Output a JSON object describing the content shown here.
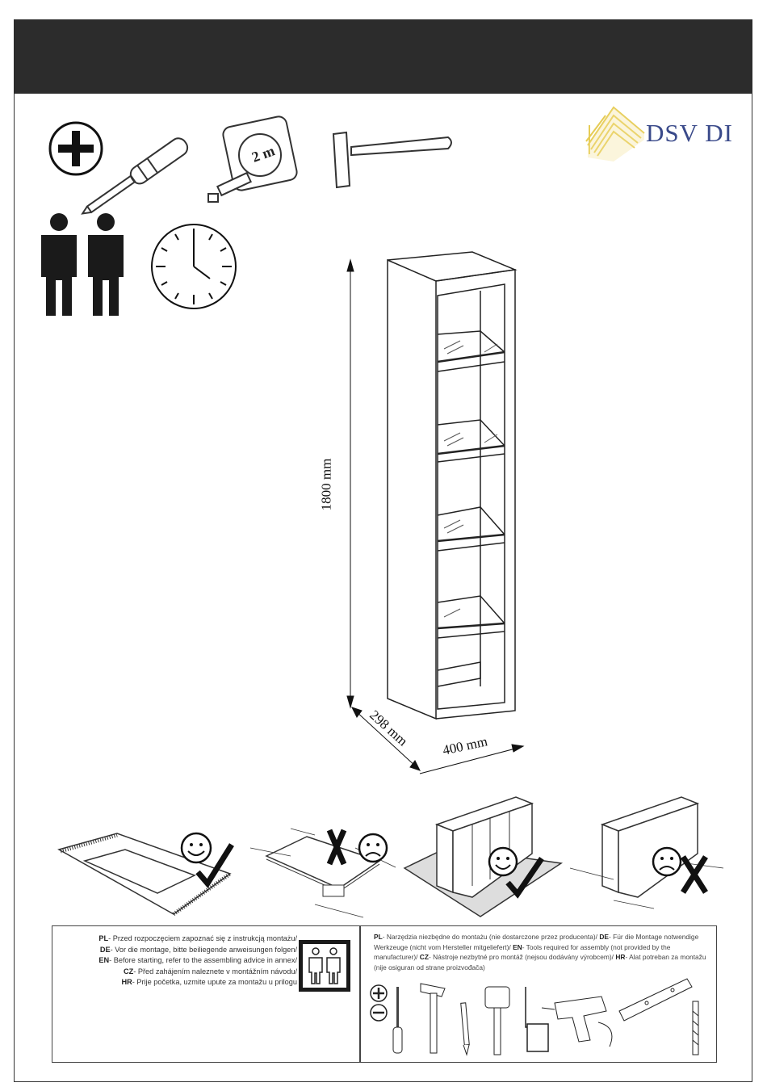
{
  "brand": {
    "name": "DSV DI"
  },
  "dimensions": {
    "height": "1800 mm",
    "depth": "298 mm",
    "width": "400 mm"
  },
  "requirements": {
    "tools": [
      "phillips-screwdriver-icon",
      "tape-measure-icon",
      "hammer-icon"
    ],
    "tape_label": "2 m",
    "people": 2,
    "clock_icon": "clock-icon"
  },
  "assembly_surface_examples": [
    {
      "result": "correct",
      "icon": "smiley-icon"
    },
    {
      "result": "wrong",
      "icon": "frown-icon"
    },
    {
      "result": "correct",
      "icon": "smiley-icon"
    },
    {
      "result": "wrong",
      "icon": "frown-icon"
    }
  ],
  "instructions_left": [
    {
      "code": "PL",
      "text": "- Przed rozpoczęciem zapoznać się z instrukcją montażu/"
    },
    {
      "code": "DE",
      "text": "- Vor die montage, bitte beiliegende anweisungen folgen/"
    },
    {
      "code": "EN",
      "text": "- Before starting, refer to the assembling advice in annex/"
    },
    {
      "code": "CZ",
      "text": "- Před zahájením naleznete v montážním návodu/"
    },
    {
      "code": "HR",
      "text": "- Prije početka, uzmite upute za montažu u prilogu"
    }
  ],
  "instructions_right": [
    {
      "code": "PL",
      "text": "- Narzędzia niezbędne do montażu (nie dostarczone przez producenta)/ "
    },
    {
      "code": "DE",
      "text": "- Für die Montage notwendige Werkzeuge (nicht vom Hersteller mitgeliefert)/ "
    },
    {
      "code": "EN",
      "text": "- Tools required for assembly (not provided by the manufacturer)/ "
    },
    {
      "code": "CZ",
      "text": "- Nástroje nezbytné pro montáž (nejsou dodávány výrobcem)/ "
    },
    {
      "code": "HR",
      "text": "- Alat potreban za montažu (nije osiguran od strane proizvođača)"
    }
  ],
  "tool_icons": [
    "plus-minus-screwdriver-icon",
    "hammer-icon",
    "pencil-icon",
    "rubber-mallet-icon",
    "allen-key-icon",
    "drill-icon",
    "level-icon",
    "drill-bit-icon"
  ],
  "colors": {
    "header": "#2c2c2c",
    "logo_gold": "#e6cc55",
    "logo_text": "#3a4a8a"
  }
}
